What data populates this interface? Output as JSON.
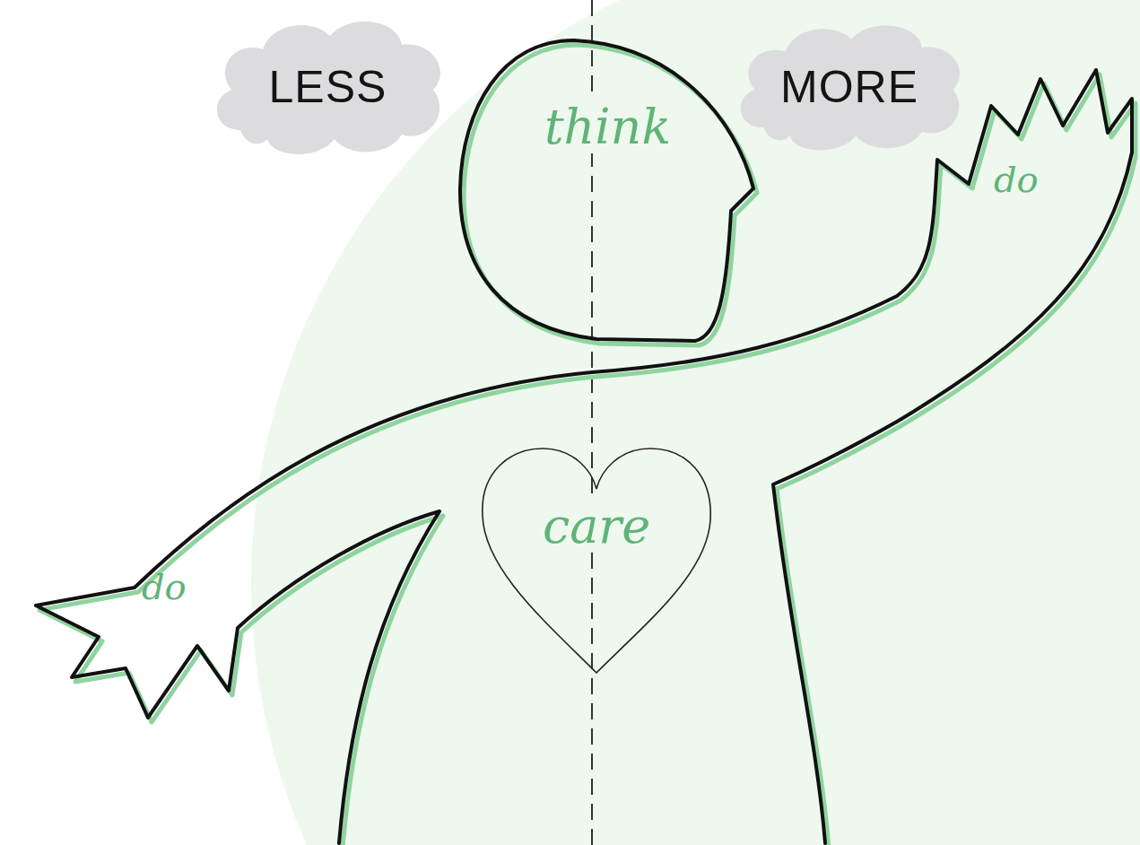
{
  "diagram": {
    "nodes": [
      {
        "text": [
          "LESS"
        ]
      },
      {
        "text": [
          "think"
        ]
      },
      {
        "text": [
          "MORE"
        ]
      },
      {
        "text": [
          "care"
        ]
      }
    ],
    "labels": [
      "do",
      "do"
    ]
  }
}
